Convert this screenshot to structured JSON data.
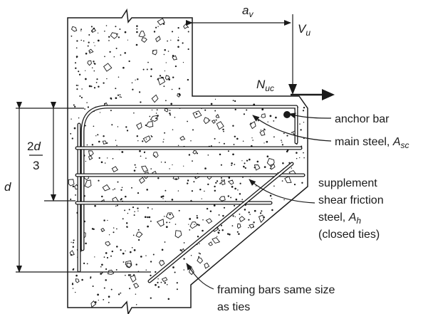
{
  "labels": {
    "av": "a",
    "av_sub": "v",
    "vu": "V",
    "vu_sub": "u",
    "nuc": "N",
    "nuc_sub": "uc",
    "frac_num_coef": "2",
    "frac_num_var": "d",
    "frac_den": "3",
    "d": "d",
    "anchor_bar": "anchor bar",
    "main_steel": "main steel, ",
    "main_steel_sym": "A",
    "main_steel_sub": "sc",
    "supplement_1": "supplement",
    "supplement_2": "shear friction",
    "supplement_3": "steel, ",
    "supplement_sym": "A",
    "supplement_sub": "h",
    "supplement_4": "(closed ties)",
    "framing_1": "framing bars same size",
    "framing_2": "as ties"
  },
  "colors": {
    "ink": "#1a1a1a",
    "background": "#ffffff"
  }
}
